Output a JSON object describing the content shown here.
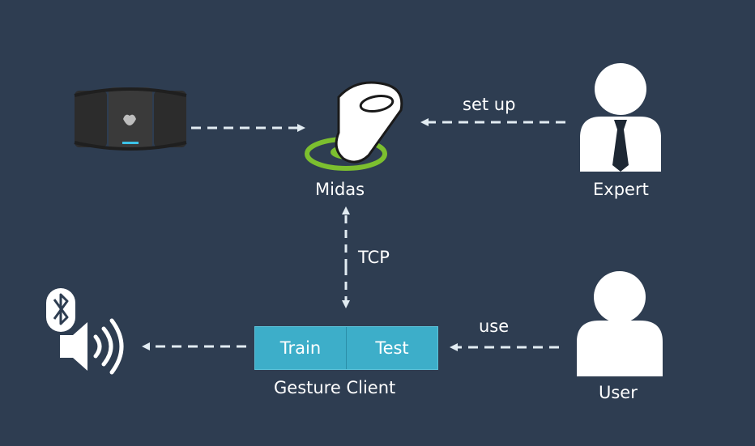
{
  "nodes": {
    "midas_label": "Midas",
    "expert_label": "Expert",
    "user_label": "User",
    "gesture_client_label": "Gesture Client"
  },
  "edges": {
    "setup_label": "set up",
    "tcp_label": "TCP",
    "use_label": "use"
  },
  "gesture_client": {
    "train_label": "Train",
    "test_label": "Test"
  },
  "icons": {
    "armband": "myo-armband-icon",
    "midas": "finger-touch-icon",
    "expert": "expert-person-icon",
    "user": "user-person-icon",
    "bluetooth": "bluetooth-icon",
    "speaker": "speaker-icon"
  },
  "colors": {
    "background": "#2e3d51",
    "arrow": "#e2ecf2",
    "button": "#3daec9",
    "ring": "#7cbf2f"
  }
}
